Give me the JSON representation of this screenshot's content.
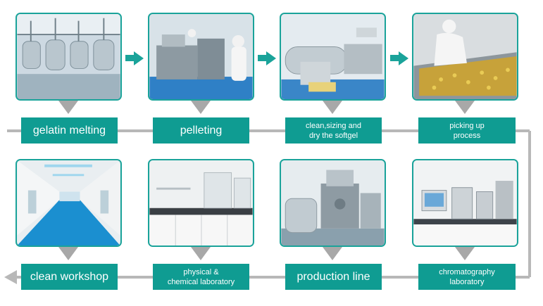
{
  "steps": [
    {
      "label": "gelatin melting"
    },
    {
      "label": "pelleting"
    },
    {
      "label": "clean,sizing and\ndry the softgel"
    },
    {
      "label": "picking up\nprocess"
    },
    {
      "label": "chromatography\nlaboratory"
    },
    {
      "label": "production line"
    },
    {
      "label": "physical &\nchemical laboratory"
    },
    {
      "label": "clean workshop"
    }
  ],
  "colors": {
    "accent": "#1aa39a",
    "label_bg": "#0f9c92",
    "connector": "#b0b0b0"
  }
}
